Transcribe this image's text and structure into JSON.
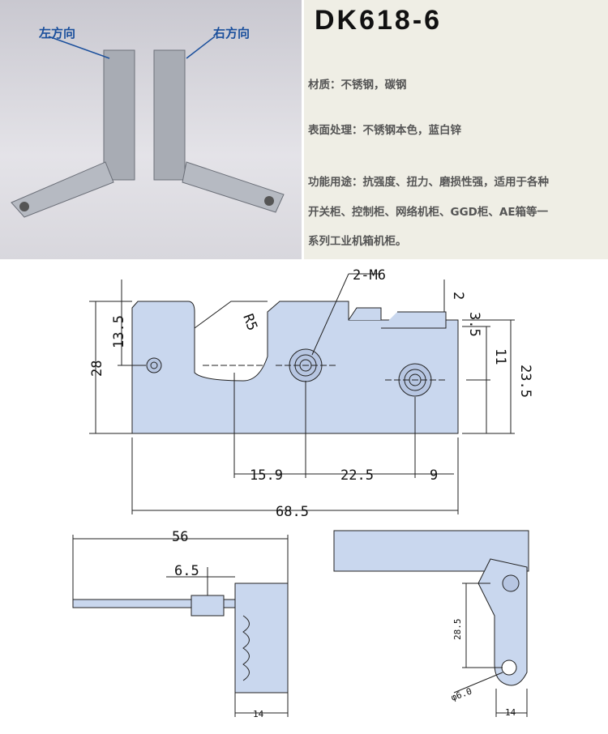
{
  "photo": {
    "left_label": "左方向",
    "right_label": "右方向"
  },
  "info": {
    "title": "DK618-6",
    "lines": [
      "材质：不锈钢，碳钢",
      "表面处理：不锈钢本色，蓝白锌",
      "功能用途：抗强度、扭力、磨损性强，适用于各种",
      "开关柜、控制柜、网络机柜、GGD柜、AE箱等一",
      "系列工业机箱机柜。"
    ]
  },
  "front_view": {
    "thread": "2-M6",
    "radius": "R5",
    "d_2": "2",
    "d_3_5": "3.5",
    "d_11": "11",
    "d_23_5": "23.5",
    "d_28": "28",
    "d_13_5": "13.5",
    "d_15_9": "15.9",
    "d_22_5": "22.5",
    "d_9": "9",
    "d_68_5": "68.5"
  },
  "side_view": {
    "d_56": "56",
    "d_6_5": "6.5",
    "d_14": "14"
  },
  "end_view": {
    "d_28_5": "28.5",
    "d_phi": "φ6.0",
    "d_14": "14"
  },
  "colors": {
    "part_fill": "#c9d7ee",
    "outline": "#222"
  }
}
